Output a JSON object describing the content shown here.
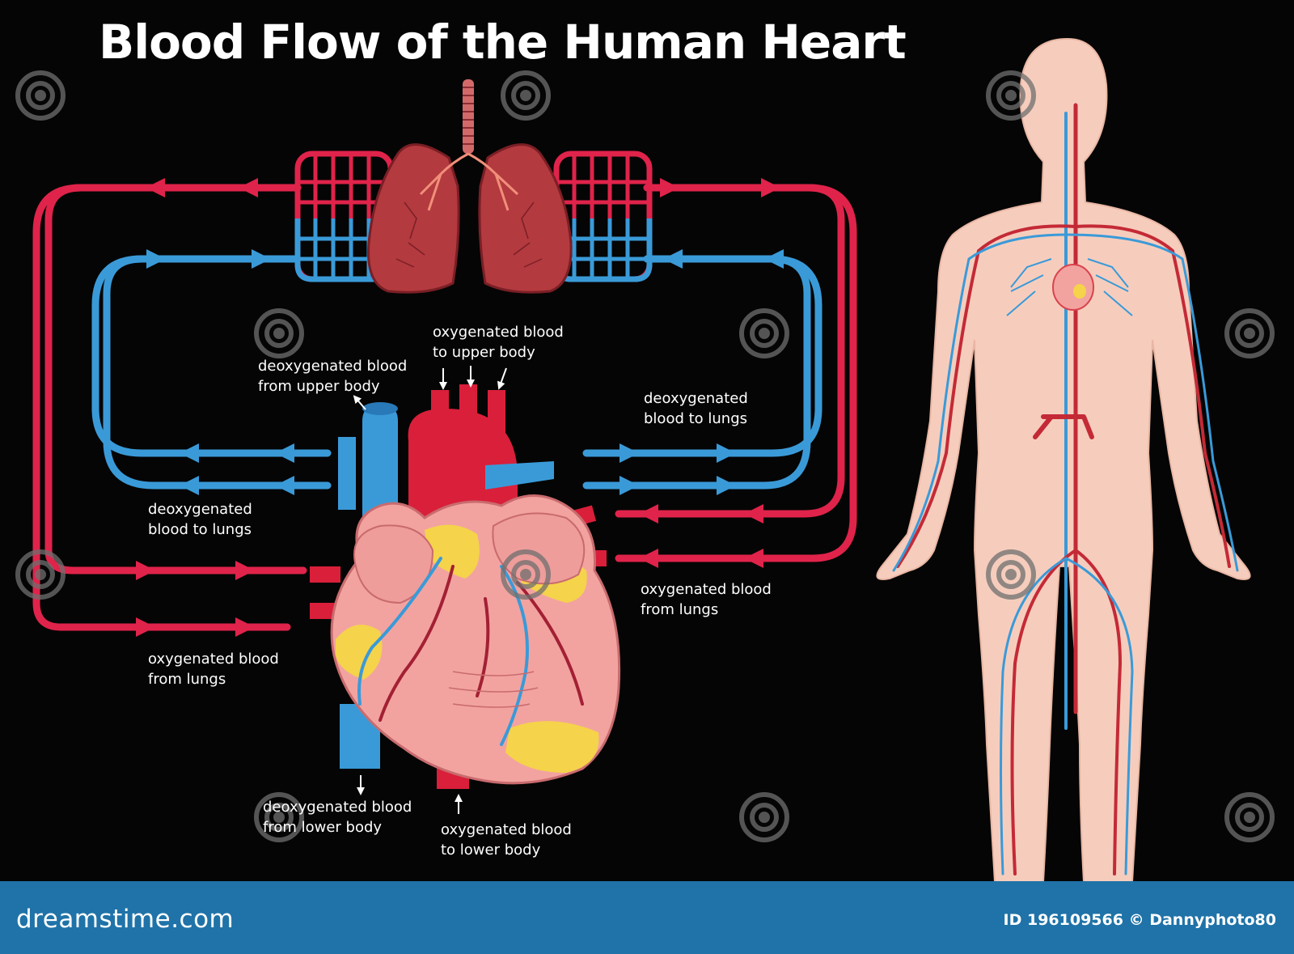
{
  "title": "Blood  Flow  of the Human Heart",
  "labels": {
    "deoxy_upper_body": "deoxygenated blood\nfrom upper body",
    "oxy_upper_body": "oxygenated blood\nto upper body",
    "deoxy_to_lungs_left": "deoxygenated\nblood to lungs",
    "deoxy_to_lungs_right": "deoxygenated\nblood to lungs",
    "oxy_from_lungs_left": "oxygenated blood\nfrom lungs",
    "oxy_from_lungs_right": "oxygenated blood\nfrom lungs",
    "deoxy_lower_body": "deoxygenated blood\nfrom lower body",
    "oxy_lower_body": "oxygenated blood\nto lower body"
  },
  "watermark": {
    "brand": "dreamstime.com",
    "credit": "ID 196109566 © Dannyphoto80"
  },
  "colors": {
    "background": "#050505",
    "oxygenated": "#e0234a",
    "deoxygenated": "#3a9ad8",
    "lungs": "#b33a3f",
    "heart_muscle": "#f2a3a0",
    "fat": "#f5d34a",
    "body": "#f6cdbd",
    "footer": "#1f73a8"
  }
}
